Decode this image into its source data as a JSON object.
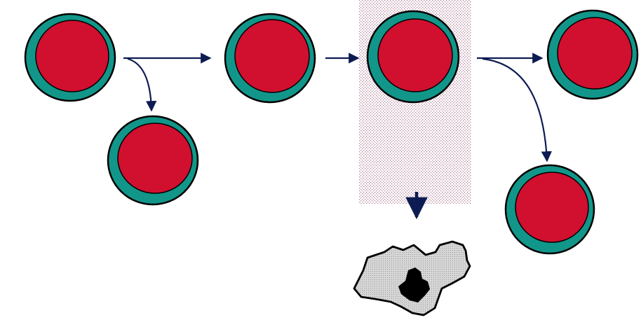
{
  "colors": {
    "background": "#ffffff",
    "cell_membrane": "#12968a",
    "cell_core": "#d10f2f",
    "outline": "#000000",
    "arrow": "#0d1b52",
    "highlight_dots": "#b3809a",
    "debris_fill": "#d6d6d6",
    "debris_nucleus": "#000000"
  },
  "diagram": {
    "cells": [
      {
        "id": "cell-1"
      },
      {
        "id": "cell-2"
      },
      {
        "id": "cell-3"
      },
      {
        "id": "cell-4"
      },
      {
        "id": "cell-5"
      },
      {
        "id": "cell-6"
      }
    ],
    "arrows": [
      {
        "id": "arrow-1-to-3"
      },
      {
        "id": "arrow-1-to-2"
      },
      {
        "id": "arrow-3-to-4"
      },
      {
        "id": "arrow-4-to-5"
      },
      {
        "id": "arrow-4-to-6"
      },
      {
        "id": "arrow-4-to-debris"
      }
    ],
    "highlight": {
      "id": "highlight-region",
      "pattern": "dotted"
    },
    "debris": {
      "id": "apoptotic-debris"
    }
  }
}
